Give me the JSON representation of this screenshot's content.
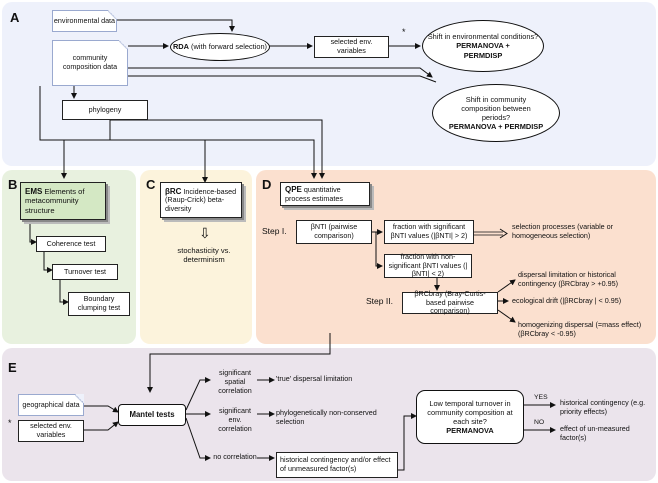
{
  "panels": {
    "a": "A",
    "b": "B",
    "c": "C",
    "d": "D",
    "e": "E"
  },
  "colors": {
    "panel_a": "#eef1fb",
    "panel_b": "#e8f1df",
    "panel_c": "#fcf3dc",
    "panel_d": "#fbe0cf",
    "panel_e": "#ebe4ec",
    "doc_border": "#9aa9cf"
  },
  "a": {
    "env_data": "environmental data",
    "comm_data": "community composition data",
    "phylogeny": "phylogeny",
    "rda_bold": "RDA",
    "rda_rest": "(with forward selection)",
    "selected_env": "selected env. variables",
    "asterisk": "*",
    "shift_env_q": "Shift in environmental conditions?",
    "shift_env_method": "PERMANOVA + PERMDISP",
    "shift_comm_q": "Shift in community composition between periods?",
    "shift_comm_method": "PERMANOVA + PERMDISP"
  },
  "b": {
    "title_bold": "EMS",
    "title_rest": "Elements of metacommunity structure",
    "coherence": "Coherence test",
    "turnover": "Turnover test",
    "boundary": "Boundary clumping test"
  },
  "c": {
    "title_bold": "βRC",
    "title_rest": "Incidence-based (Raup-Crick) beta-diversity",
    "arrow_glyph": "⇩",
    "result": "stochasticity vs. determinism"
  },
  "d": {
    "title_bold": "QPE",
    "title_rest": "quantitative process estimates",
    "step1": "Step I.",
    "bnti": "βNTI (pairwise comparison)",
    "sig": "fraction with significant βNTI values (|βNTI| > 2)",
    "nonsig": "fraction with non-significant βNTI values (|βNTI| < 2)",
    "selection": "selection processes (variable or homogeneous selection)",
    "step2": "Step II.",
    "brc_bray": "βRCbray (Bray-Curtis-based pairwise comparison)",
    "out1": "dispersal limitation or historical contingency (βRCbray > +0.95)",
    "out2": "ecological drift (|βRCbray | < 0.95)",
    "out3": "homogenizing dispersal (=mass effect) (βRCbray < -0.95)"
  },
  "e": {
    "geo": "geographical data",
    "selected_env": "selected env. variables",
    "asterisk": "*",
    "mantel": "Mantel tests",
    "c1": "significant spatial correlation",
    "c2": "significant env. correlation",
    "c3": "no correlation",
    "r1": "'true' dispersal limitation",
    "r2": "phylogenetically non-conserved selection",
    "r3": "historical contingency and/or effect of unmeasured factor(s)",
    "low_q": "Low temporal turnover in community composition at each site?",
    "low_method": "PERMANOVA",
    "yes": "YES",
    "no": "NO",
    "yes_res": "historical contingency (e.g. priority effects)",
    "no_res": "effect of un-measured factor(s)"
  }
}
